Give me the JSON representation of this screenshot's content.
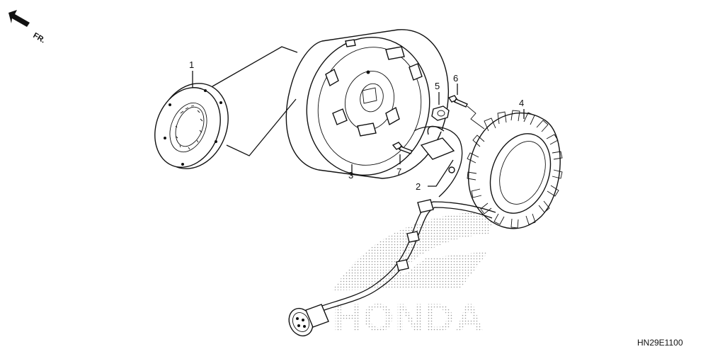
{
  "orientation": {
    "label": "FR."
  },
  "brand": {
    "text": "HONDA"
  },
  "diagram_code": "HN29E1100",
  "callouts": [
    {
      "num": "1"
    },
    {
      "num": "2"
    },
    {
      "num": "3"
    },
    {
      "num": "4"
    },
    {
      "num": "5"
    },
    {
      "num": "6"
    },
    {
      "num": "7"
    }
  ]
}
